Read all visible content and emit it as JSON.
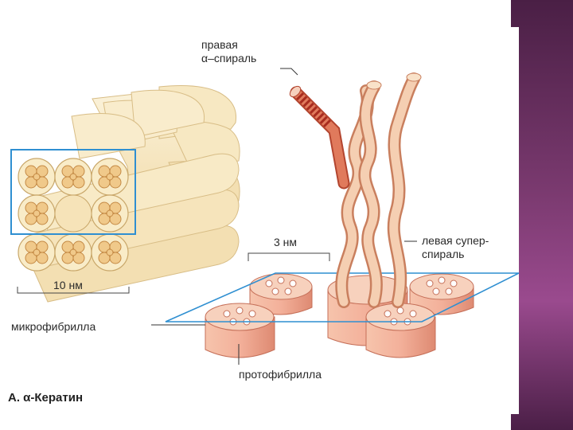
{
  "diagram": {
    "labels": {
      "right_helix_line1": "правая",
      "right_helix_line2": "α–спираль",
      "left_supercoil_line1": "левая супер-",
      "left_supercoil_line2": "спираль",
      "three_nm": "3 нм",
      "ten_nm": "10 нм",
      "microfibril": "микрофибрилла",
      "protofibril": "протофибрилла",
      "caption": "А. α-Кератин"
    },
    "colors": {
      "cylinder_body": "#f6e3b8",
      "cylinder_end": "#f9ecc8",
      "subunit": "#f0c98a",
      "subunit_stroke": "#c48a45",
      "helix_red": "#d64b36",
      "protofibril_body": "#f3b49b",
      "protofibril_side": "#e6907a",
      "accent_blue": "#2f8fd1",
      "slide_band": "#7b3a70"
    }
  }
}
